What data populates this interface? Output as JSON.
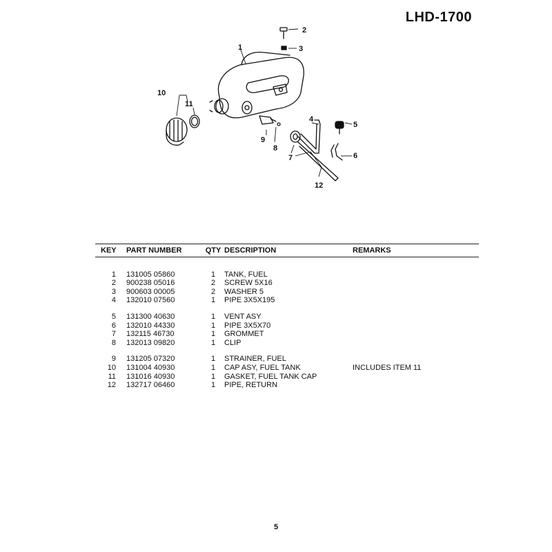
{
  "header": {
    "model": "LHD-1700"
  },
  "diagram": {
    "callouts": [
      "1",
      "2",
      "3",
      "4",
      "5",
      "6",
      "7",
      "8",
      "9",
      "10",
      "11",
      "12"
    ]
  },
  "table": {
    "columns": {
      "key": "KEY",
      "part_number": "PART NUMBER",
      "qty": "QTY",
      "description": "DESCRIPTION",
      "remarks": "REMARKS"
    },
    "groups": [
      [
        {
          "key": "1",
          "part_number": "131005 05860",
          "qty": "1",
          "description": "TANK, FUEL",
          "remarks": ""
        },
        {
          "key": "2",
          "part_number": "900238 05016",
          "qty": "2",
          "description": "SCREW 5X16",
          "remarks": ""
        },
        {
          "key": "3",
          "part_number": "900603 00005",
          "qty": "2",
          "description": "WASHER 5",
          "remarks": ""
        },
        {
          "key": "4",
          "part_number": "132010 07560",
          "qty": "1",
          "description": "PIPE 3X5X195",
          "remarks": ""
        }
      ],
      [
        {
          "key": "5",
          "part_number": "131300 40630",
          "qty": "1",
          "description": "VENT ASY",
          "remarks": ""
        },
        {
          "key": "6",
          "part_number": "132010 44330",
          "qty": "1",
          "description": "PIPE 3X5X70",
          "remarks": ""
        },
        {
          "key": "7",
          "part_number": "132115 46730",
          "qty": "1",
          "description": "GROMMET",
          "remarks": ""
        },
        {
          "key": "8",
          "part_number": "132013 09820",
          "qty": "1",
          "description": "CLIP",
          "remarks": ""
        }
      ],
      [
        {
          "key": "9",
          "part_number": "131205 07320",
          "qty": "1",
          "description": "STRAINER, FUEL",
          "remarks": ""
        },
        {
          "key": "10",
          "part_number": "131004 40930",
          "qty": "1",
          "description": "CAP ASY, FUEL TANK",
          "remarks": "INCLUDES ITEM 11"
        },
        {
          "key": "11",
          "part_number": "131016 40930",
          "qty": "1",
          "description": "GASKET, FUEL TANK CAP",
          "remarks": ""
        },
        {
          "key": "12",
          "part_number": "132717 06460",
          "qty": "1",
          "description": "PIPE, RETURN",
          "remarks": ""
        }
      ]
    ]
  },
  "footer": {
    "page_number": "5"
  }
}
